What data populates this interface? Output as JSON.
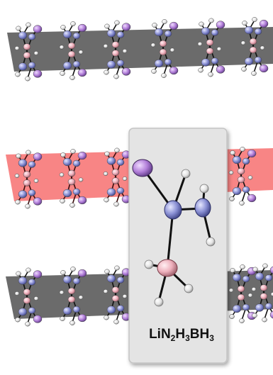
{
  "figure": {
    "formula": {
      "li": "LiN",
      "n_sub": "2",
      "h1": "H",
      "h1_sub": "3",
      "b": "BH",
      "bh_sub": "3"
    },
    "layers": [
      {
        "color": "#6e6e6e",
        "highlighted": false
      },
      {
        "color": "#f87a7a",
        "highlighted": true
      },
      {
        "color": "#6e6e6e",
        "highlighted": false
      }
    ],
    "inset_panel": {
      "background": "#e5e5e5",
      "border": "#bdbdbd"
    },
    "atom_colors": {
      "Li": "#b58ad8",
      "N": "#8f93d2",
      "B": "#f0b3be",
      "H": "#eeeeee"
    }
  }
}
